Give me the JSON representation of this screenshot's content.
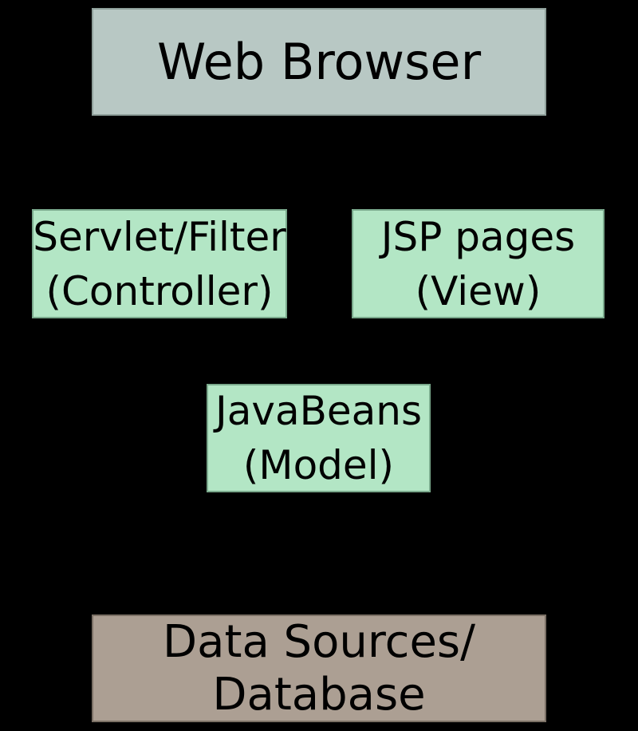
{
  "background_color": "#000000",
  "text_color": "#000000",
  "boxes": [
    {
      "id": "web-browser",
      "lines": [
        "Web Browser"
      ],
      "fill": "#b8c8c4",
      "border": "#8fa09b"
    },
    {
      "id": "servlet-filter-controller",
      "lines": [
        "Servlet/Filter",
        "(Controller)"
      ],
      "fill": "#b3e6c5",
      "border": "#7aa98c"
    },
    {
      "id": "jsp-pages-view",
      "lines": [
        "JSP pages",
        "(View)"
      ],
      "fill": "#b3e6c5",
      "border": "#7aa98c"
    },
    {
      "id": "javabeans-model",
      "lines": [
        "JavaBeans",
        "(Model)"
      ],
      "fill": "#b3e6c5",
      "border": "#7aa98c"
    },
    {
      "id": "data-sources-database",
      "lines": [
        "Data Sources/",
        "Database"
      ],
      "fill": "#ac9f93",
      "border": "#7b7065"
    }
  ]
}
